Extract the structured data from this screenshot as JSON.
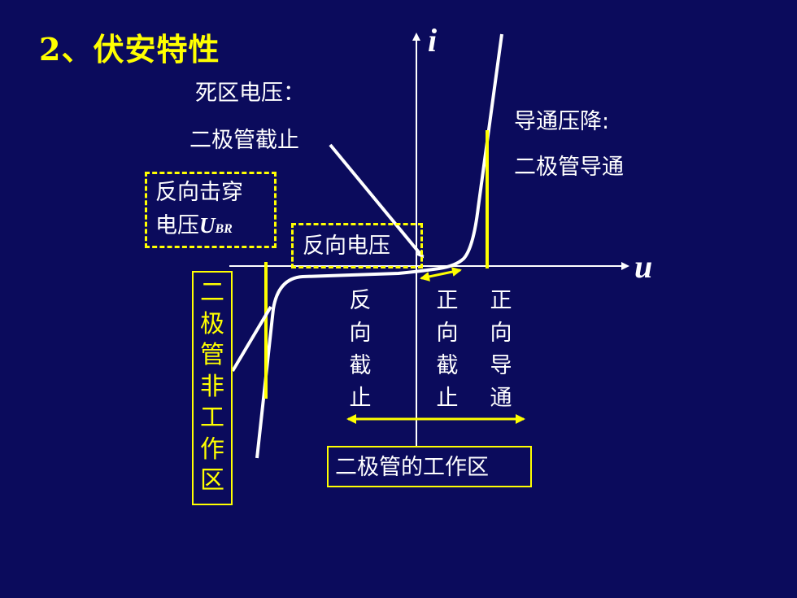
{
  "title": "2、伏安特性",
  "axis": {
    "i_label": "i",
    "u_label": "u"
  },
  "labels": {
    "dead_zone_voltage": "死区电压：",
    "diode_cutoff": "二极管截止",
    "forward_drop": "导通压降:",
    "diode_conducting": "二极管导通",
    "reverse_breakdown_line1": "反向击穿",
    "reverse_breakdown_line2": "电压",
    "ubr_main": "U",
    "ubr_sub": "BR",
    "reverse_voltage": "反向电压",
    "reverse_cutoff": "反向截止",
    "forward_cutoff": "正向截止",
    "forward_conduction": "正向导通",
    "non_working_region": "二极管非工作区",
    "working_region": "二极管的工作区"
  },
  "colors": {
    "background": "#0b0b5c",
    "accent": "#ffff00",
    "curve": "#ffffff"
  }
}
